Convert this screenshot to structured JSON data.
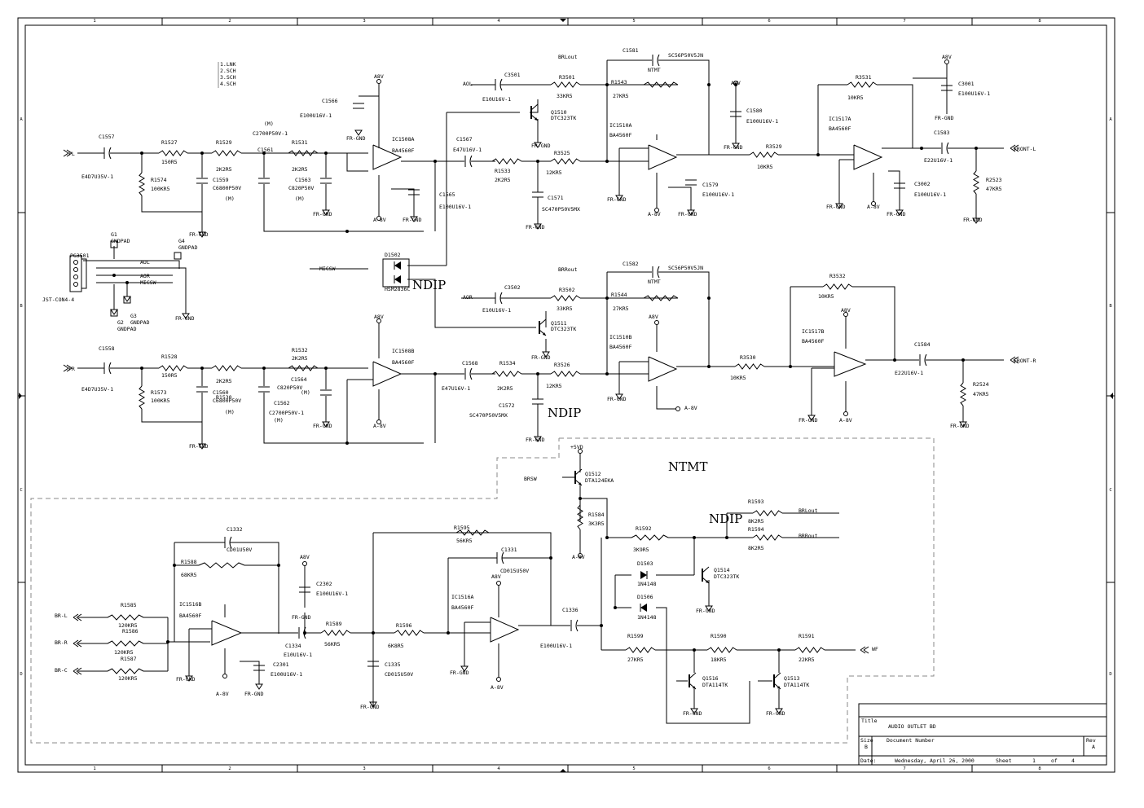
{
  "border": {
    "columns": [
      "1",
      "2",
      "3",
      "4",
      "5",
      "6",
      "7",
      "8"
    ],
    "rows": [
      "A",
      "B",
      "C",
      "D"
    ]
  },
  "notes": [
    "1.LNK",
    "2.SCH",
    "3.SCH",
    "4.SCH"
  ],
  "title_block": {
    "title_label": "Title",
    "title": "AUDIO OUTLET BD",
    "size_label": "Size",
    "size": "B",
    "docnum_label": "Document Number",
    "rev_label": "Rev",
    "rev": "A",
    "date_label": "Date:",
    "date": "Wednesday, April 26, 2000",
    "sheet_label": "Sheet",
    "sheet": "1",
    "of_label": "of",
    "sheet_total": "4"
  },
  "overlays": {
    "ntmt": "NTMT",
    "ndip": "NDIP"
  },
  "labels": [
    {
      "id": "fl",
      "text": "FL"
    },
    {
      "id": "c1557",
      "text": "C1557"
    },
    {
      "id": "c1557v",
      "text": "E4D7U35V-1"
    },
    {
      "id": "r1527",
      "text": "R1527"
    },
    {
      "id": "r1527v",
      "text": "150R5"
    },
    {
      "id": "r1529",
      "text": "R1529"
    },
    {
      "id": "r1529v",
      "text": "2K2R5"
    },
    {
      "id": "r1574",
      "text": "R1574"
    },
    {
      "id": "r1574v",
      "text": "100KR5"
    },
    {
      "id": "c1559",
      "text": "C1559"
    },
    {
      "id": "c1559v",
      "text": "C6800P50V"
    },
    {
      "id": "m1",
      "text": "(M)"
    },
    {
      "id": "frgnd1",
      "text": "FR-GND"
    },
    {
      "id": "c1561",
      "text": "C1561"
    },
    {
      "id": "c1561v",
      "text": "C2700P50V-1"
    },
    {
      "id": "m2",
      "text": "(M)"
    },
    {
      "id": "r1531",
      "text": "R1531"
    },
    {
      "id": "r1531v",
      "text": "2K2R5"
    },
    {
      "id": "c1563",
      "text": "C1563"
    },
    {
      "id": "c1563v",
      "text": "C820P50V"
    },
    {
      "id": "m3",
      "text": "(M)"
    },
    {
      "id": "frgnd2",
      "text": "FR-GND"
    },
    {
      "id": "c1566",
      "text": "C1566"
    },
    {
      "id": "c1566v",
      "text": "E100U16V-1"
    },
    {
      "id": "frgnd3",
      "text": "FR-GND"
    },
    {
      "id": "a8v1",
      "text": "A8V"
    },
    {
      "id": "ic1508a",
      "text": "IC1508A"
    },
    {
      "id": "ic1508av",
      "text": "BA4560F"
    },
    {
      "id": "am8v1",
      "text": "A-8V"
    },
    {
      "id": "frgnd4",
      "text": "FR-GND"
    },
    {
      "id": "c1565",
      "text": "C1565"
    },
    {
      "id": "c1565v",
      "text": "E100U16V-1"
    },
    {
      "id": "aol",
      "text": "AOL"
    },
    {
      "id": "c3501",
      "text": "C3501"
    },
    {
      "id": "c3501v",
      "text": "E10U16V-1"
    },
    {
      "id": "brlout",
      "text": "BRLout"
    },
    {
      "id": "c1581",
      "text": "C1581"
    },
    {
      "id": "c1581v",
      "text": "SC56P50V5JN"
    },
    {
      "id": "ntmt1",
      "text": "NTMT"
    },
    {
      "id": "r3501",
      "text": "R3501"
    },
    {
      "id": "r3501v",
      "text": "33KR5"
    },
    {
      "id": "r1543",
      "text": "R1543"
    },
    {
      "id": "r1543v",
      "text": "27KR5"
    },
    {
      "id": "q1510",
      "text": "Q1510"
    },
    {
      "id": "q1510v",
      "text": "DTC323TK"
    },
    {
      "id": "frgnd5",
      "text": "FR-GND"
    },
    {
      "id": "c1567",
      "text": "C1567"
    },
    {
      "id": "c1567v",
      "text": "E47U16V-1"
    },
    {
      "id": "r1533",
      "text": "R1533"
    },
    {
      "id": "r1533v",
      "text": "2K2R5"
    },
    {
      "id": "r3525",
      "text": "R3525"
    },
    {
      "id": "r3525v",
      "text": "12KR5"
    },
    {
      "id": "c1571",
      "text": "C1571"
    },
    {
      "id": "c1571v",
      "text": "SC470P50V5MX"
    },
    {
      "id": "frgnd6",
      "text": "FR-GND"
    },
    {
      "id": "ic1510a",
      "text": "IC1510A"
    },
    {
      "id": "ic1510av",
      "text": "BA4560F"
    },
    {
      "id": "frgnd7",
      "text": "FR-GND"
    },
    {
      "id": "am8v2",
      "text": "A-8V"
    },
    {
      "id": "frgnd8",
      "text": "FR-GND"
    },
    {
      "id": "c1579",
      "text": "C1579"
    },
    {
      "id": "c1579v",
      "text": "E100U16V-1"
    },
    {
      "id": "a8v2",
      "text": "A8V"
    },
    {
      "id": "c1580",
      "text": "C1580"
    },
    {
      "id": "c1580v",
      "text": "E100U16V-1"
    },
    {
      "id": "frgnd9",
      "text": "FR-GND"
    },
    {
      "id": "r3529",
      "text": "R3529"
    },
    {
      "id": "r3529v",
      "text": "10KR5"
    },
    {
      "id": "r3531",
      "text": "R3531"
    },
    {
      "id": "r3531v",
      "text": "10KR5"
    },
    {
      "id": "ic1517a",
      "text": "IC1517A"
    },
    {
      "id": "ic1517av",
      "text": "BA4560F"
    },
    {
      "id": "a8v3",
      "text": "A8V"
    },
    {
      "id": "c3001",
      "text": "C3001"
    },
    {
      "id": "c3001v",
      "text": "E100U16V-1"
    },
    {
      "id": "frgnd10",
      "text": "FR-GND"
    },
    {
      "id": "c1583",
      "text": "C1583"
    },
    {
      "id": "c1583v",
      "text": "E22U16V-1"
    },
    {
      "id": "frontl",
      "text": "FRONT-L"
    },
    {
      "id": "r2523",
      "text": "R2523"
    },
    {
      "id": "r2523v",
      "text": "47KR5"
    },
    {
      "id": "c3002",
      "text": "C3002"
    },
    {
      "id": "c3002v",
      "text": "E100U16V-1"
    },
    {
      "id": "frgnd11",
      "text": "FR-GND"
    },
    {
      "id": "am8v3",
      "text": "A-8V"
    },
    {
      "id": "frgnd12",
      "text": "FR-GND"
    },
    {
      "id": "frgnd13",
      "text": "FR-GND"
    },
    {
      "id": "g1",
      "text": "G1"
    },
    {
      "id": "g1v",
      "text": "GNDPAD"
    },
    {
      "id": "g4",
      "text": "G4"
    },
    {
      "id": "g4v",
      "text": "GNDPAD"
    },
    {
      "id": "pg3501",
      "text": "PG3501"
    },
    {
      "id": "pgv",
      "text": "JST-CON4-4"
    },
    {
      "id": "aol2",
      "text": "AOL"
    },
    {
      "id": "aor2",
      "text": "AOR"
    },
    {
      "id": "micsw2",
      "text": "MICSW"
    },
    {
      "id": "g3",
      "text": "G3"
    },
    {
      "id": "g3v",
      "text": "GNDPAD"
    },
    {
      "id": "g2",
      "text": "G2"
    },
    {
      "id": "g2v",
      "text": "GNDPAD"
    },
    {
      "id": "frgnd14",
      "text": "FR-GND"
    },
    {
      "id": "micsw",
      "text": "MICSW"
    },
    {
      "id": "d1502",
      "text": "D1502"
    },
    {
      "id": "d1502v",
      "text": "HSM2836C"
    },
    {
      "id": "aor",
      "text": "AOR"
    },
    {
      "id": "c3502",
      "text": "C3502"
    },
    {
      "id": "c3502v",
      "text": "E10U16V-1"
    },
    {
      "id": "brrout",
      "text": "BRRout"
    },
    {
      "id": "c1582",
      "text": "C1582"
    },
    {
      "id": "c1582v",
      "text": "SC56P50V5JN"
    },
    {
      "id": "ntmt2",
      "text": "NTMT"
    },
    {
      "id": "r3502",
      "text": "R3502"
    },
    {
      "id": "r3502v",
      "text": "33KR5"
    },
    {
      "id": "r1544",
      "text": "R1544"
    },
    {
      "id": "r1544v",
      "text": "27KR5"
    },
    {
      "id": "q1511",
      "text": "Q1511"
    },
    {
      "id": "q1511v",
      "text": "DTC323TK"
    },
    {
      "id": "frgnd15",
      "text": "FR-GND"
    },
    {
      "id": "a8v4",
      "text": "A8V"
    },
    {
      "id": "ic1510b",
      "text": "IC1510B"
    },
    {
      "id": "ic1510bv",
      "text": "BA4560F"
    },
    {
      "id": "frgnd16",
      "text": "FR-GND"
    },
    {
      "id": "am8v4",
      "text": "A-8V"
    },
    {
      "id": "r3532",
      "text": "R3532"
    },
    {
      "id": "r3532v",
      "text": "10KR5"
    },
    {
      "id": "a8v5",
      "text": "A8V"
    },
    {
      "id": "ic1517b",
      "text": "IC1517B"
    },
    {
      "id": "ic1517bv",
      "text": "BA4560F"
    },
    {
      "id": "r3530",
      "text": "R3530"
    },
    {
      "id": "r3530v",
      "text": "10KR5"
    },
    {
      "id": "c1584",
      "text": "C1584"
    },
    {
      "id": "c1584v",
      "text": "E22U16V-1"
    },
    {
      "id": "frontr",
      "text": "FRONT-R"
    },
    {
      "id": "r2524",
      "text": "R2524"
    },
    {
      "id": "r2524v",
      "text": "47KR5"
    },
    {
      "id": "frgnd17",
      "text": "FR-GND"
    },
    {
      "id": "am8v5",
      "text": "A-8V"
    },
    {
      "id": "frgnd18",
      "text": "FR-GND"
    },
    {
      "id": "fr",
      "text": "FR"
    },
    {
      "id": "c1558",
      "text": "C1558"
    },
    {
      "id": "c1558v",
      "text": "E4D7U35V-1"
    },
    {
      "id": "r1528",
      "text": "R1528"
    },
    {
      "id": "r1528v",
      "text": "150R5"
    },
    {
      "id": "r1573",
      "text": "R1573"
    },
    {
      "id": "r1573v",
      "text": "100KR5"
    },
    {
      "id": "r1530",
      "text": "R1530"
    },
    {
      "id": "r1530v",
      "text": "2K2R5"
    },
    {
      "id": "c1560",
      "text": "C1560"
    },
    {
      "id": "c1560v",
      "text": "C6800P50V"
    },
    {
      "id": "m4",
      "text": "(M)"
    },
    {
      "id": "frgnd19",
      "text": "FR-GND"
    },
    {
      "id": "r1532",
      "text": "R1532"
    },
    {
      "id": "r1532v",
      "text": "2K2R5"
    },
    {
      "id": "c1564",
      "text": "C1564"
    },
    {
      "id": "c1564v",
      "text": "C820P50V"
    },
    {
      "id": "m5",
      "text": "(M)"
    },
    {
      "id": "c1562",
      "text": "C1562"
    },
    {
      "id": "c1562v",
      "text": "C2700P50V-1"
    },
    {
      "id": "m6",
      "text": "(M)"
    },
    {
      "id": "frgnd20",
      "text": "FR-GND"
    },
    {
      "id": "a8v6",
      "text": "A8V"
    },
    {
      "id": "ic1508b",
      "text": "IC1508B"
    },
    {
      "id": "ic1508bv",
      "text": "BA4560F"
    },
    {
      "id": "am8v6",
      "text": "A-8V"
    },
    {
      "id": "c1568",
      "text": "C1568"
    },
    {
      "id": "c1568v",
      "text": "E47U16V-1"
    },
    {
      "id": "r1534",
      "text": "R1534"
    },
    {
      "id": "r1534v",
      "text": "2K2R5"
    },
    {
      "id": "r3526",
      "text": "R3526"
    },
    {
      "id": "r3526v",
      "text": "12KR5"
    },
    {
      "id": "c1572",
      "text": "C1572"
    },
    {
      "id": "c1572v",
      "text": "SC470P50V5MX"
    },
    {
      "id": "frgnd21",
      "text": "FR-GND"
    },
    {
      "id": "p5vd",
      "text": "+5VD"
    },
    {
      "id": "brsw",
      "text": "BRSW"
    },
    {
      "id": "q1512",
      "text": "Q1512"
    },
    {
      "id": "q1512v",
      "text": "DTA124EKA"
    },
    {
      "id": "r1584",
      "text": "R1584"
    },
    {
      "id": "r1584v",
      "text": "3K3R5"
    },
    {
      "id": "am8v7",
      "text": "A-8V"
    },
    {
      "id": "r1593",
      "text": "R1593"
    },
    {
      "id": "r1593v",
      "text": "8K2R5"
    },
    {
      "id": "brlout2",
      "text": "BRLout"
    },
    {
      "id": "r1594",
      "text": "R1594"
    },
    {
      "id": "r1594v",
      "text": "8K2R5"
    },
    {
      "id": "brrout2",
      "text": "BRRout"
    },
    {
      "id": "r1592",
      "text": "R1592"
    },
    {
      "id": "r1592v",
      "text": "3K9R5"
    },
    {
      "id": "d1503",
      "text": "D1503"
    },
    {
      "id": "d1503v",
      "text": "1N4148"
    },
    {
      "id": "q1514",
      "text": "Q1514"
    },
    {
      "id": "q1514v",
      "text": "DTC323TK"
    },
    {
      "id": "frgnd22",
      "text": "FR-GND"
    },
    {
      "id": "d1506",
      "text": "D1506"
    },
    {
      "id": "d1506v",
      "text": "1N4148"
    },
    {
      "id": "c1332",
      "text": "C1332"
    },
    {
      "id": "c1332v",
      "text": "CD01U50V"
    },
    {
      "id": "r1588",
      "text": "R1588"
    },
    {
      "id": "r1588v",
      "text": "68KR5"
    },
    {
      "id": "a8v7",
      "text": "A8V"
    },
    {
      "id": "c2302",
      "text": "C2302"
    },
    {
      "id": "c2302v",
      "text": "E100U16V-1"
    },
    {
      "id": "frgnd23",
      "text": "FR-GND"
    },
    {
      "id": "ic1516b",
      "text": "IC1516B"
    },
    {
      "id": "ic1516bv",
      "text": "BA4560F"
    },
    {
      "id": "brl",
      "text": "BR-L"
    },
    {
      "id": "brr",
      "text": "BR-R"
    },
    {
      "id": "brc",
      "text": "BR-C"
    },
    {
      "id": "r1585",
      "text": "R1585"
    },
    {
      "id": "r1585v",
      "text": "120KR5"
    },
    {
      "id": "r1586",
      "text": "R1586"
    },
    {
      "id": "r1586v",
      "text": "120KR5"
    },
    {
      "id": "r1587",
      "text": "R1587"
    },
    {
      "id": "r1587v",
      "text": "120KR5"
    },
    {
      "id": "frgnd24",
      "text": "FR-GND"
    },
    {
      "id": "am8v8",
      "text": "A-8V"
    },
    {
      "id": "frgnd25",
      "text": "FR-GND"
    },
    {
      "id": "c1334",
      "text": "C1334"
    },
    {
      "id": "c1334v",
      "text": "E10U16V-1"
    },
    {
      "id": "c2301",
      "text": "C2301"
    },
    {
      "id": "c2301v",
      "text": "E100U16V-1"
    },
    {
      "id": "r1589",
      "text": "R1589"
    },
    {
      "id": "r1589v",
      "text": "56KR5"
    },
    {
      "id": "c1335",
      "text": "C1335"
    },
    {
      "id": "c1335v",
      "text": "CD015U50V"
    },
    {
      "id": "frgnd26",
      "text": "FR-GND"
    },
    {
      "id": "r1595",
      "text": "R1595"
    },
    {
      "id": "r1595v",
      "text": "56KR5"
    },
    {
      "id": "c1331",
      "text": "C1331"
    },
    {
      "id": "c1331v",
      "text": "CD015U50V"
    },
    {
      "id": "a8v8",
      "text": "A8V"
    },
    {
      "id": "ic1516a",
      "text": "IC1516A"
    },
    {
      "id": "ic1516av",
      "text": "BA4560F"
    },
    {
      "id": "r1596",
      "text": "R1596"
    },
    {
      "id": "r1596v",
      "text": "6K8R5"
    },
    {
      "id": "frgnd27",
      "text": "FR-GND"
    },
    {
      "id": "am8v9",
      "text": "A-8V"
    },
    {
      "id": "c1336",
      "text": "C1336"
    },
    {
      "id": "c1336v",
      "text": "E100U16V-1"
    },
    {
      "id": "r1599",
      "text": "R1599"
    },
    {
      "id": "r1599v",
      "text": "27KR5"
    },
    {
      "id": "r1590",
      "text": "R1590"
    },
    {
      "id": "r1590v",
      "text": "18KR5"
    },
    {
      "id": "r1591",
      "text": "R1591"
    },
    {
      "id": "r1591v",
      "text": "22KR5"
    },
    {
      "id": "wf",
      "text": "WF"
    },
    {
      "id": "q1516",
      "text": "Q1516"
    },
    {
      "id": "q1516v",
      "text": "DTA114TK"
    },
    {
      "id": "q1513",
      "text": "Q1513"
    },
    {
      "id": "q1513v",
      "text": "DTA114TK"
    },
    {
      "id": "frgnd28",
      "text": "FR-GND"
    },
    {
      "id": "frgnd29",
      "text": "FR-GND"
    }
  ]
}
